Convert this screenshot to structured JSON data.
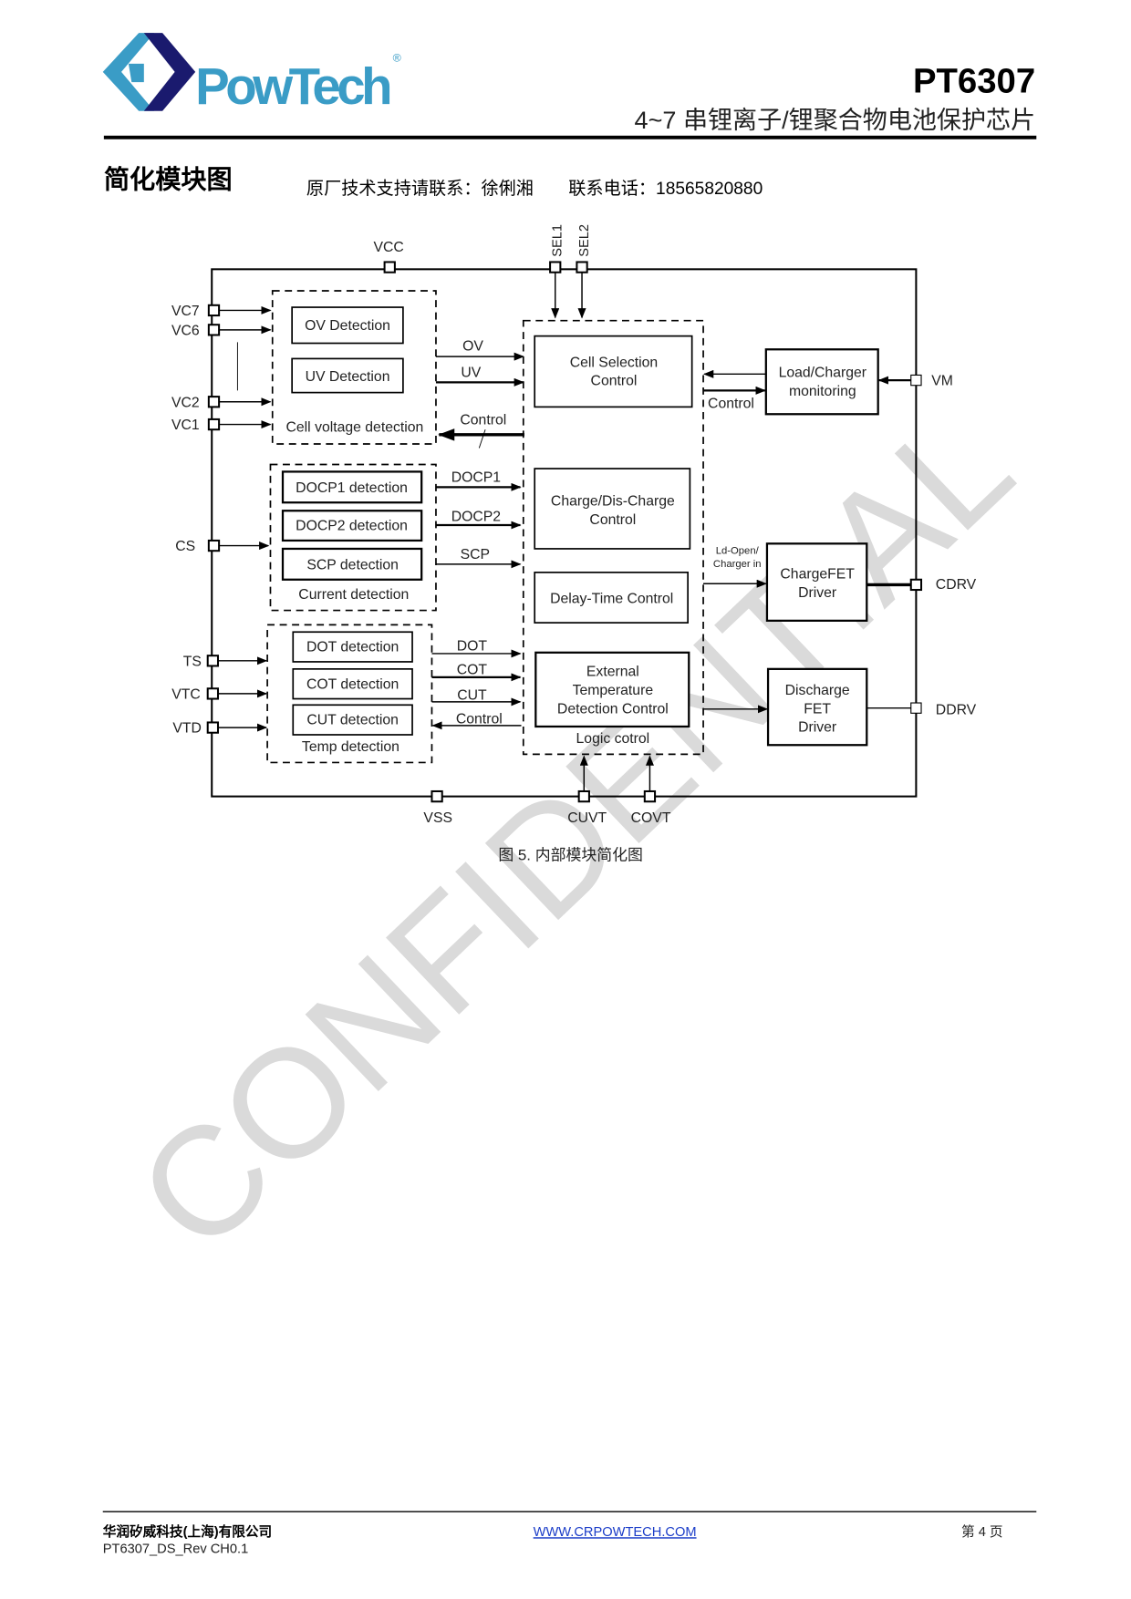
{
  "header": {
    "logo_text": "PowTech",
    "logo_mark": "®",
    "part_number": "PT6307",
    "subtitle": "4~7 串锂离子/锂聚合物电池保护芯片"
  },
  "section": {
    "title": "简化模块图",
    "contact": "原厂技术支持请联系：徐俐湘　　联系电话：18565820880"
  },
  "diagram": {
    "pins": {
      "vcc": "VCC",
      "sel1": "SEL1",
      "sel2": "SEL2",
      "vc7": "VC7",
      "vc6": "VC6",
      "vc2": "VC2",
      "vc1": "VC1",
      "cs": "CS",
      "ts": "TS",
      "vtc": "VTC",
      "vtd": "VTD",
      "vm": "VM",
      "cdrv": "CDRV",
      "ddrv": "DDRV",
      "vss": "VSS",
      "cuvt": "CUVT",
      "covt": "COVT"
    },
    "cell_voltage": {
      "ov": "OV Detection",
      "uv": "UV Detection",
      "label": "Cell voltage detection"
    },
    "current": {
      "docp1": "DOCP1 detection",
      "docp2": "DOCP2 detection",
      "scp": "SCP detection",
      "label": "Current detection"
    },
    "temp": {
      "dot": "DOT detection",
      "cot": "COT detection",
      "cut": "CUT detection",
      "label": "Temp detection"
    },
    "signals": {
      "ov": "OV",
      "uv": "UV",
      "control1": "Control",
      "docp1": "DOCP1",
      "docp2": "DOCP2",
      "scp": "SCP",
      "dot": "DOT",
      "cot": "COT",
      "cut": "CUT",
      "control2": "Control",
      "control3": "Control",
      "ld_open_1": "Ld-Open/",
      "ld_open_2": "Charger in"
    },
    "logic": {
      "cell_sel_1": "Cell Selection",
      "cell_sel_2": "Control",
      "chg_1": "Charge/Dis-Charge",
      "chg_2": "Control",
      "delay": "Delay-Time Control",
      "ext_1": "External",
      "ext_2": "Temperature",
      "ext_3": "Detection Control",
      "label": "Logic cotrol"
    },
    "right": {
      "load_1": "Load/Charger",
      "load_2": "monitoring",
      "cfet_1": "ChargeFET",
      "cfet_2": "Driver",
      "dfet_1": "Discharge",
      "dfet_2": "FET",
      "dfet_3": "Driver"
    },
    "caption": "图 5. 内部模块简化图"
  },
  "watermark": "CONFIDENTIAL",
  "footer": {
    "company": "华润矽威科技(上海)有限公司",
    "doc_rev": "PT6307_DS_Rev CH0.1",
    "website": "WWW.CRPOWTECH.COM",
    "page": "第 4 页"
  },
  "colors": {
    "logo_light": "#3a9cc6",
    "logo_dark": "#1a1a6e",
    "link": "#1a3cc8",
    "watermark": "#dadada"
  }
}
